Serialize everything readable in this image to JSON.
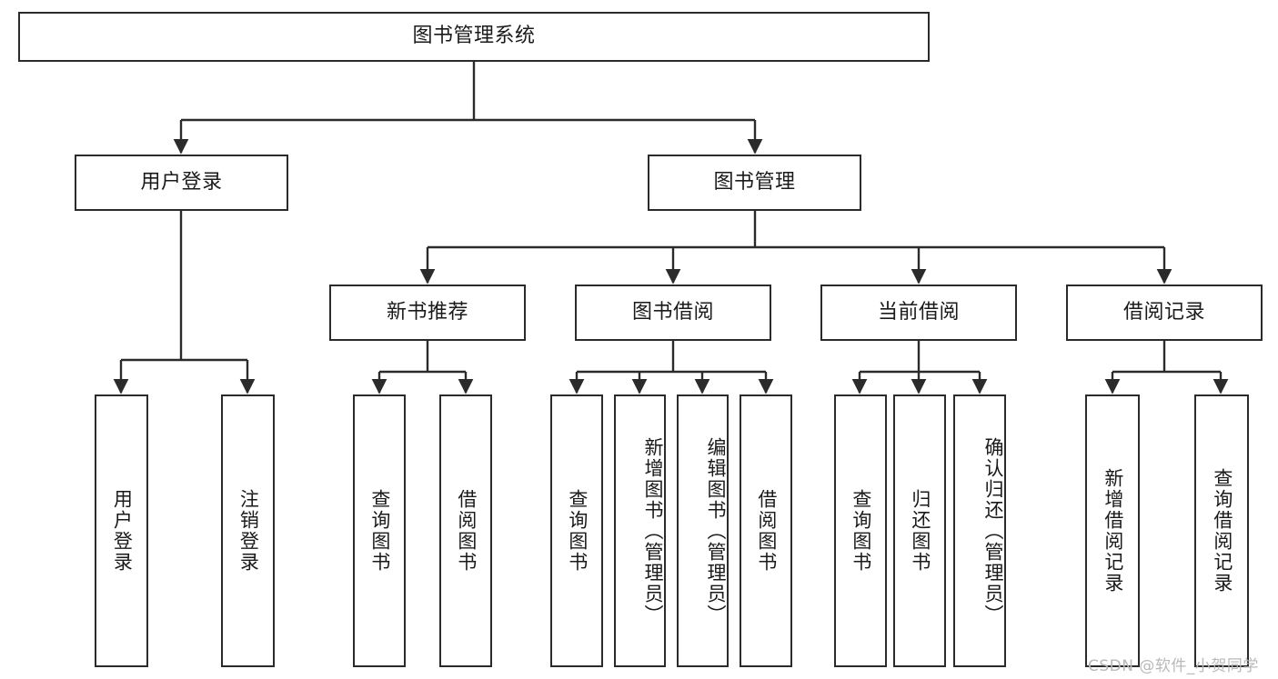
{
  "diagram": {
    "type": "tree-hierarchy-flowchart",
    "title": "图书管理系统",
    "theme": {
      "background": "#ffffff",
      "box_border": "#2b2b2b",
      "box_fill": "#ffffff",
      "text": "#1a1a1a",
      "connector": "#2b2b2b",
      "watermark": "#b9b9b9"
    },
    "levels": [
      {
        "level": 1,
        "nodes": [
          {
            "id": "root",
            "label": "图书管理系统",
            "orientation": "horizontal"
          }
        ]
      },
      {
        "level": 2,
        "nodes": [
          {
            "id": "login",
            "label": "用户登录",
            "orientation": "horizontal",
            "parent": "root"
          },
          {
            "id": "bookmgmt",
            "label": "图书管理",
            "orientation": "horizontal",
            "parent": "root"
          }
        ]
      },
      {
        "level": 3,
        "nodes": [
          {
            "id": "newbook",
            "label": "新书推荐",
            "orientation": "horizontal",
            "parent": "bookmgmt"
          },
          {
            "id": "borrow",
            "label": "图书借阅",
            "orientation": "horizontal",
            "parent": "bookmgmt"
          },
          {
            "id": "current",
            "label": "当前借阅",
            "orientation": "horizontal",
            "parent": "bookmgmt"
          },
          {
            "id": "records",
            "label": "借阅记录",
            "orientation": "horizontal",
            "parent": "bookmgmt"
          }
        ]
      },
      {
        "level": 4,
        "nodes": [
          {
            "id": "leaf1",
            "label": "用户登录",
            "orientation": "vertical",
            "parent": "login"
          },
          {
            "id": "leaf2",
            "label": "注销登录",
            "orientation": "vertical",
            "parent": "login"
          },
          {
            "id": "leaf3",
            "label": "查询图书",
            "orientation": "vertical",
            "parent": "newbook"
          },
          {
            "id": "leaf4",
            "label": "借阅图书",
            "orientation": "vertical",
            "parent": "newbook"
          },
          {
            "id": "leaf5",
            "label": "查询图书",
            "orientation": "vertical",
            "parent": "borrow"
          },
          {
            "id": "leaf6",
            "label": "新增图书（管理员）",
            "orientation": "vertical",
            "parent": "borrow"
          },
          {
            "id": "leaf7",
            "label": "编辑图书（管理员）",
            "orientation": "vertical",
            "parent": "borrow"
          },
          {
            "id": "leaf8",
            "label": "借阅图书",
            "orientation": "vertical",
            "parent": "borrow"
          },
          {
            "id": "leaf9",
            "label": "查询图书",
            "orientation": "vertical",
            "parent": "current"
          },
          {
            "id": "leaf10",
            "label": "归还图书",
            "orientation": "vertical",
            "parent": "current"
          },
          {
            "id": "leaf11",
            "label": "确认归还（管理员）",
            "orientation": "vertical",
            "parent": "current"
          },
          {
            "id": "leaf12",
            "label": "新增借阅记录",
            "orientation": "vertical",
            "parent": "records"
          },
          {
            "id": "leaf13",
            "label": "查询借阅记录",
            "orientation": "vertical",
            "parent": "records"
          }
        ]
      }
    ]
  },
  "watermark": {
    "text": "CSDN @软件_小贺同学"
  }
}
